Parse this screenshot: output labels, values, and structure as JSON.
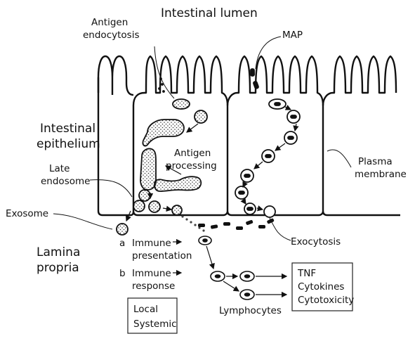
{
  "labels": {
    "lumen": "Intestinal lumen",
    "antigen_endo_1": "Antigen",
    "antigen_endo_2": "endocytosis",
    "map": "MAP",
    "epi_1": "Intestinal",
    "epi_2": "epithelium",
    "processing_1": "Antigen",
    "processing_2": "processing",
    "plasma_1": "Plasma",
    "plasma_2": "membrane",
    "late_1": "Late",
    "late_2": "endosome",
    "exosome": "Exosome",
    "exocytosis": "Exocytosis",
    "lamina_1": "Lamina",
    "lamina_2": "propria",
    "a_letter": "a",
    "a_1": "Immune",
    "a_2": "presentation",
    "b_letter": "b",
    "b_1": "Immune",
    "b_2": "response",
    "lymphocytes": "Lymphocytes",
    "local": "Local",
    "systemic": "Systemic",
    "tnf": "TNF",
    "cytokines": "Cytokines",
    "cytotoxicity": "Cytotoxicity"
  },
  "colors": {
    "ink": "#111111",
    "vesicle": "#ffffff"
  }
}
